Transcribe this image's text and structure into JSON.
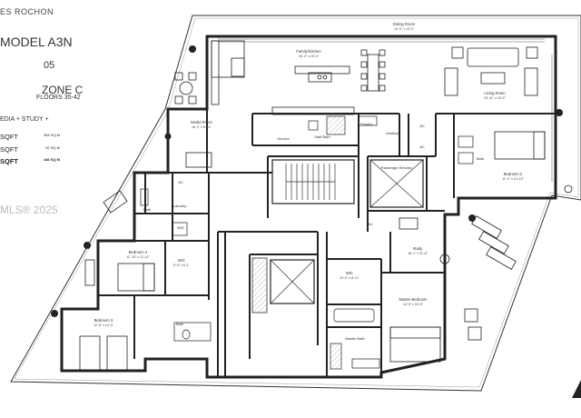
{
  "header": {
    "brand": "ES ROCHON",
    "model": "MODEL A3N",
    "unit": "05",
    "zone": "ZONE C",
    "floors": "FLOORS 35-42",
    "unit_type": "EDIA + STUDY +"
  },
  "areas": [
    {
      "sqft": "SQFT",
      "sqm": "354 SQ M"
    },
    {
      "sqft": "SQFT",
      "sqm": "92 SQ M"
    },
    {
      "sqft": "SQFT",
      "sqm": "446 SQ M"
    }
  ],
  "watermark": "MLS® 2025",
  "rooms": {
    "family_kitchen": {
      "name": "Family/Kitchen",
      "dim": "26'-0\" x 15'-0\""
    },
    "dining": {
      "name": "Dining Room",
      "dim": "14'-0\" x 13'-0\""
    },
    "living": {
      "name": "Living Room",
      "dim": "25'-11\" x 16'-0\""
    },
    "media": {
      "name": "Media Room",
      "dim": "16'-2\" x 8'-11\""
    },
    "bedroom2": {
      "name": "Bedroom 2",
      "dim": "11'-2\" x 14'-10\""
    },
    "bedroom4": {
      "name": "Bedroom 4",
      "dim": "11'-10\" x 12'-11\""
    },
    "bedroom3": {
      "name": "Bedroom 3",
      "dim": "12'-8\" x 14'-0\""
    },
    "study": {
      "name": "Study",
      "dim": "15'-1\" x 11'-8\""
    },
    "master": {
      "name": "Master Bedroom",
      "dim": "14'-5\" x 16'-5\""
    },
    "wic1": {
      "name": "WIC",
      "dim": "5'-0\" x 6'-1\""
    },
    "wic2": {
      "name": "WIC",
      "dim": "10'-0\" x 8'-11\""
    }
  },
  "labels": {
    "service": "Service",
    "staff_bath": "Staff Bath",
    "powder": "Powder",
    "vestibule": "Vestibule",
    "passenger_elevator": "Passenger Elevator",
    "laundry": "Laundry",
    "bath": "Bath",
    "master_bath": "Master Bath",
    "ac": "AC",
    "wd": "W/D"
  }
}
